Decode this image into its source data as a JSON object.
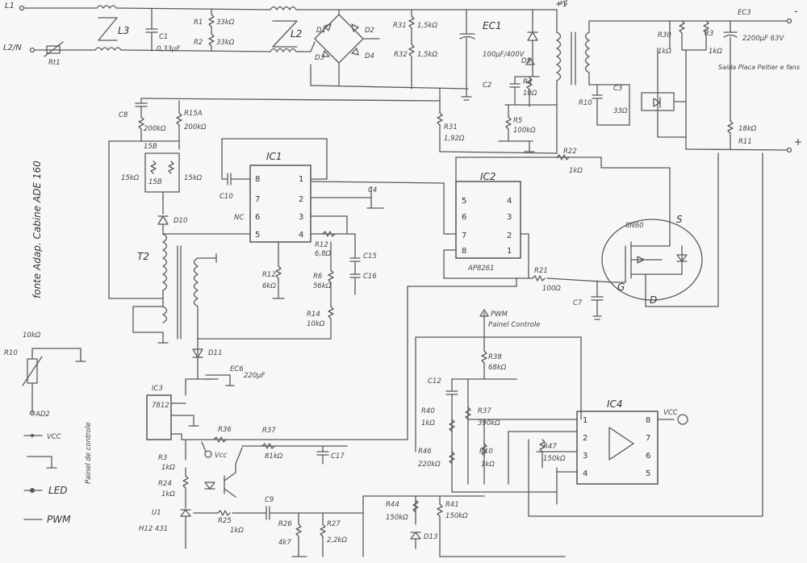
{
  "labels": {
    "l1": "L1",
    "l2n": "L2/N",
    "rt1": "Rt1",
    "l3": "L3",
    "c1": "C1",
    "c1v": "0,33µF",
    "r1": "R1",
    "r1v": "33kΩ",
    "r2": "R2",
    "r2v": "33kΩ",
    "l2": "L2",
    "d1": "D1",
    "d2": "D2",
    "d3": "D3",
    "d4": "D4",
    "r31": "R31",
    "r31v": "1,5kΩ",
    "r32": "R32",
    "r32v": "1,5kΩ",
    "ec1": "EC1",
    "ec1v": "100µF/400V",
    "d5": "D5",
    "c2": "C2",
    "r4": "R4",
    "r4v": "10Ω",
    "r5": "R5",
    "r5v": "100kΩ",
    "r3x": "R31",
    "r3xv": "1,92Ω",
    "plus1": "+1",
    "r30": "R30",
    "r30v": "1kΩ",
    "r3": "R3",
    "r3v": "1kΩ",
    "ec3": "EC3",
    "ec3v": "2200µF 63V",
    "c3": "C3",
    "r10": "R10",
    "r10v": "33Ω",
    "saida": "Saída Placa Peltier e fans",
    "r11": "R11",
    "r11v": "18kΩ",
    "c8": "C8",
    "r15a": "R15A",
    "r15av": "200kΩ",
    "r15bv": "200kΩ",
    "r15b": "15B",
    "r15k": "15kΩ",
    "r15c": "15B",
    "r15d": "15kΩ",
    "ic1": "IC1",
    "c10": "C10",
    "nc": "NC",
    "c4": "C4",
    "d10": "D10",
    "t2": "T2",
    "r12": "R12",
    "r12v": "6kΩ",
    "r13": "R12",
    "r13v": "6,8Ω",
    "c15": "C15",
    "c16": "C16",
    "r6": "R6",
    "r6v": "56kΩ",
    "r14": "R14",
    "r14v": "10kΩ",
    "r22": "R22",
    "r22v": "1kΩ",
    "ic2": "IC2",
    "ic2p": "AP8261",
    "r21": "R21",
    "r21v": "100Ω",
    "c7": "C7",
    "q": "8N60",
    "qs": "S",
    "qg": "G",
    "qd": "D",
    "side": "fonte Adap. Cabine ADE 160",
    "r10b": "R10",
    "r10bv": "10kΩ",
    "ad2": "AD2",
    "vcc": "VCC",
    "led": "LED",
    "pwm": "PWM",
    "painel": "Painel de controle",
    "d11": "D11",
    "ec6": "EC6",
    "ec6v": "220µF",
    "ic3": "IC3",
    "ic3p": "7812",
    "r36": "R36",
    "vcc2": "Vcc",
    "r37": "R37",
    "r37v": "81kΩ",
    "c17": "C17",
    "r3b": "R3",
    "r3bv": "1kΩ",
    "r24": "R24",
    "r24v": "1kΩ",
    "u1": "U1",
    "u1p": "H12 431",
    "r25": "R25",
    "r25v": "1kΩ",
    "c9": "C9",
    "r26": "R26",
    "r26v": "4k7",
    "r27": "R27",
    "r27v": "2,2kΩ",
    "pwmtop": "PWM",
    "pwmtop2": "Painel Controle",
    "r38": "R38",
    "r38v": "68kΩ",
    "c12": "C12",
    "r40": "R40",
    "r40v": "1kΩ",
    "r37b": "R37",
    "r37bv": "390kΩ",
    "r46": "R46",
    "r46v": "220kΩ",
    "r47": "R47",
    "r47v": "150kΩ",
    "r10c": "R10",
    "r10cv": "1kΩ",
    "ic4": "IC4",
    "vcc3": "VCC",
    "r44": "R44",
    "r44v": "150kΩ",
    "r41": "R41",
    "r41v": "150kΩ",
    "d13": "D13",
    "minus": "-",
    "plus": "+"
  }
}
